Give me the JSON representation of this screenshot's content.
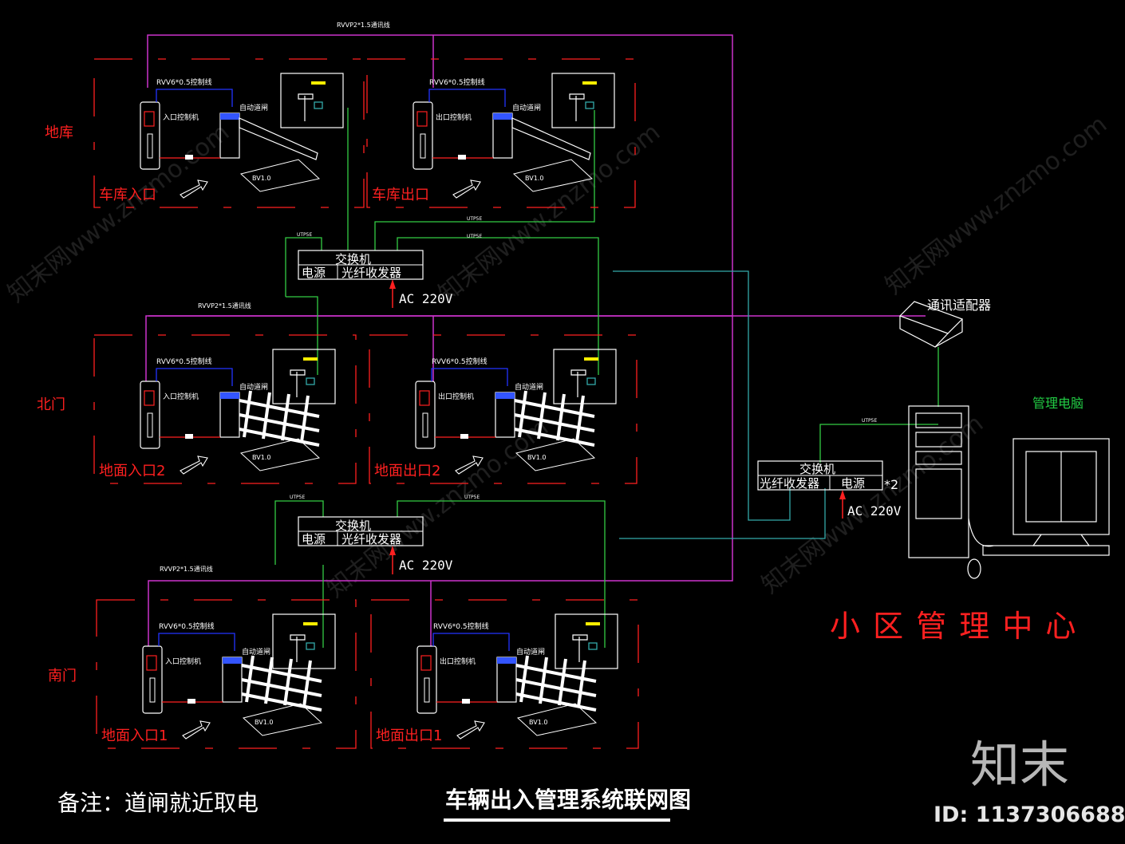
{
  "colors": {
    "background": "#000000",
    "zone_dash": "#ff2020",
    "label_red": "#ff2020",
    "rvvp_cable": "#cc33cc",
    "utp_cable": "#33cc44",
    "fiber_cable": "#33aaaa",
    "control_cable": "#2233ff",
    "power_arrow": "#ff2020",
    "equipment": "#ffffff",
    "gate_blue": "#3355ff",
    "yellow_mark": "#ffee00"
  },
  "areas": {
    "garage": "地库",
    "north_gate": "北门",
    "south_gate": "南门"
  },
  "zones": [
    {
      "label": "车库入口",
      "controller": "入口控制机"
    },
    {
      "label": "车库出口",
      "controller": "出口控制机"
    },
    {
      "label": "地面入口2",
      "controller": "入口控制机"
    },
    {
      "label": "地面出口2",
      "controller": "出口控制机"
    },
    {
      "label": "地面入口1",
      "controller": "入口控制机"
    },
    {
      "label": "地面出口1",
      "controller": "出口控制机"
    }
  ],
  "labels": {
    "control_cable": "RVV6*0.5控制线",
    "barrier": "自动道闸",
    "loop": "BV1.0",
    "utp": "UTP5E",
    "rvvp_top": "RVVP2*1.5通讯线",
    "rvvp_mid": "RVVP2*1.5通讯线",
    "rvvp_bot": "RVVP2*1.5通讯线",
    "switch": "交换机",
    "power": "电源",
    "fiber_transceiver": "光纤收发器",
    "ac": "AC  220V",
    "times2": "*2",
    "comm_adapter": "通讯适配器",
    "management_pc": "管理电脑",
    "center": "小 区 管 理 中 心",
    "note": "备注：道闸就近取电",
    "title": "车辆出入管理系统联网图"
  },
  "watermark": {
    "repeated": "知末网www.znzmo.com",
    "logo": "知末",
    "id": "ID: 1137306688"
  }
}
